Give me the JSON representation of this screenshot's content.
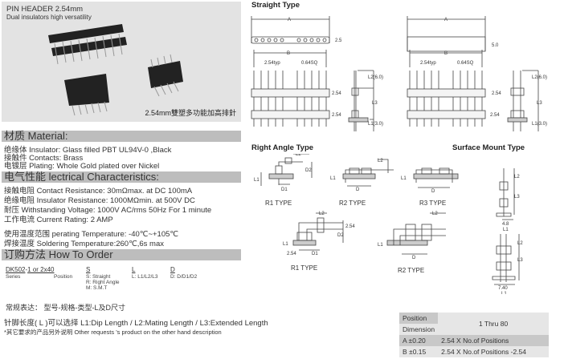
{
  "photo": {
    "title": "PIN HEADER 2.54mm",
    "subtitle": "Dual insulators high versatility",
    "caption": "2.54mm雙塑多功能加高排針"
  },
  "material": {
    "heading": "材质 Material:",
    "lines": [
      "绝缘体 Insulator: Glass filled PBT UL94V-0 ,Black",
      "接触件 Contacts: Brass",
      "电镀层 Plating: Whole Gold plated over Nickel"
    ]
  },
  "electrical": {
    "heading": "电气性能 lectrical Characteristics:",
    "lines": [
      "接触电阻 Contact Resistance: 30mΩmax. at DC 100mA",
      "绝缘电阻 Insulator Resistance: 1000MΩmin. at 500V DC",
      "耐压 Withstanding Voltage: 1000V AC/rms 50Hz For 1 minute",
      "工作电流 Current Rating: 2 AMP"
    ]
  },
  "temperature": [
    "使用温度范围 perating Temperature: -40℃~+105℃",
    "焊接温度 Soldering Temperature:260℃,6s max"
  ],
  "order": {
    "heading": "订购方法 How To Order",
    "series": "DK502",
    "sep": "-",
    "position": "1 or 2x40",
    "series_label": "Series",
    "position_label": "Position",
    "s": "S",
    "s_opts": [
      "S: Straight",
      "R: Right Angle",
      "M: S.M.T"
    ],
    "l": "L",
    "l_opt": "L: L1/L2/L3",
    "d": "D",
    "d_opt": "D: D/D1/D2"
  },
  "notes": {
    "expression": "常规表达： 型号-规格-类型-L及D尺寸",
    "pin_length": "针脚长度( L )可以选择 L1:Dip Length / L2:Mating Length / L3:Extended Length",
    "other": "*其它要求的产品另外说明 Other requests 's product on the other hand description"
  },
  "straight": {
    "title": "Straight Type",
    "A": "A",
    "B": "B",
    "h1": "2.5",
    "h2": "5.0",
    "pitch": "2.54typ",
    "sq": "0.64SQ",
    "d254": "2.54",
    "L2": "L2(6.0)",
    "L3": "L3",
    "L1": "L1(3.0)"
  },
  "right_angle": {
    "title": "Right Angle Type",
    "L1": "L1",
    "L2": "L2",
    "D": "D",
    "D1": "D1",
    "D2": "D2",
    "p": "2.54",
    "r1": "R1  TYPE",
    "r2": "R2  TYPE",
    "r3": "R3  TYPE"
  },
  "smt": {
    "title": "Surface Mount Type",
    "L1": "L1",
    "L2": "L2",
    "L3": "L3",
    "w1": "4.8",
    "w2": "7.40"
  },
  "table": {
    "h_position": "Position",
    "h_dimension": "Dimension",
    "range": "1  Thru  80",
    "rows": [
      {
        "dim": "A ±0.20",
        "val": "2.54 X No.of Positions"
      },
      {
        "dim": "B ±0.15",
        "val": "2.54 X No.of Positions -2.54"
      }
    ]
  }
}
